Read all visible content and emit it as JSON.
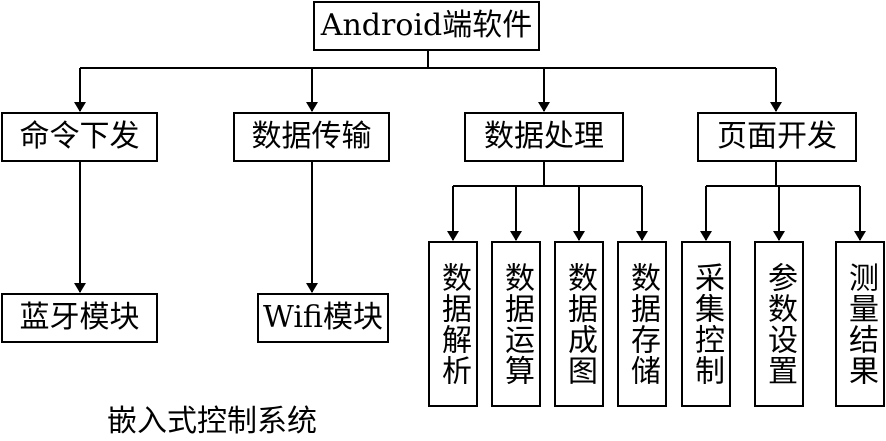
{
  "root": {
    "label": "Android端软件"
  },
  "modules": [
    {
      "label": "命令下发",
      "children": [
        "蓝牙模块"
      ]
    },
    {
      "label": "数据传输",
      "children": [
        "Wifi模块"
      ]
    },
    {
      "label": "数据处理",
      "children": [
        "数据解析",
        "数据运算",
        "数据成图",
        "数据存储"
      ]
    },
    {
      "label": "页面开发",
      "children": [
        "采集控制",
        "参数设置",
        "测量结果"
      ]
    }
  ],
  "caption": "嵌入式控制系统"
}
